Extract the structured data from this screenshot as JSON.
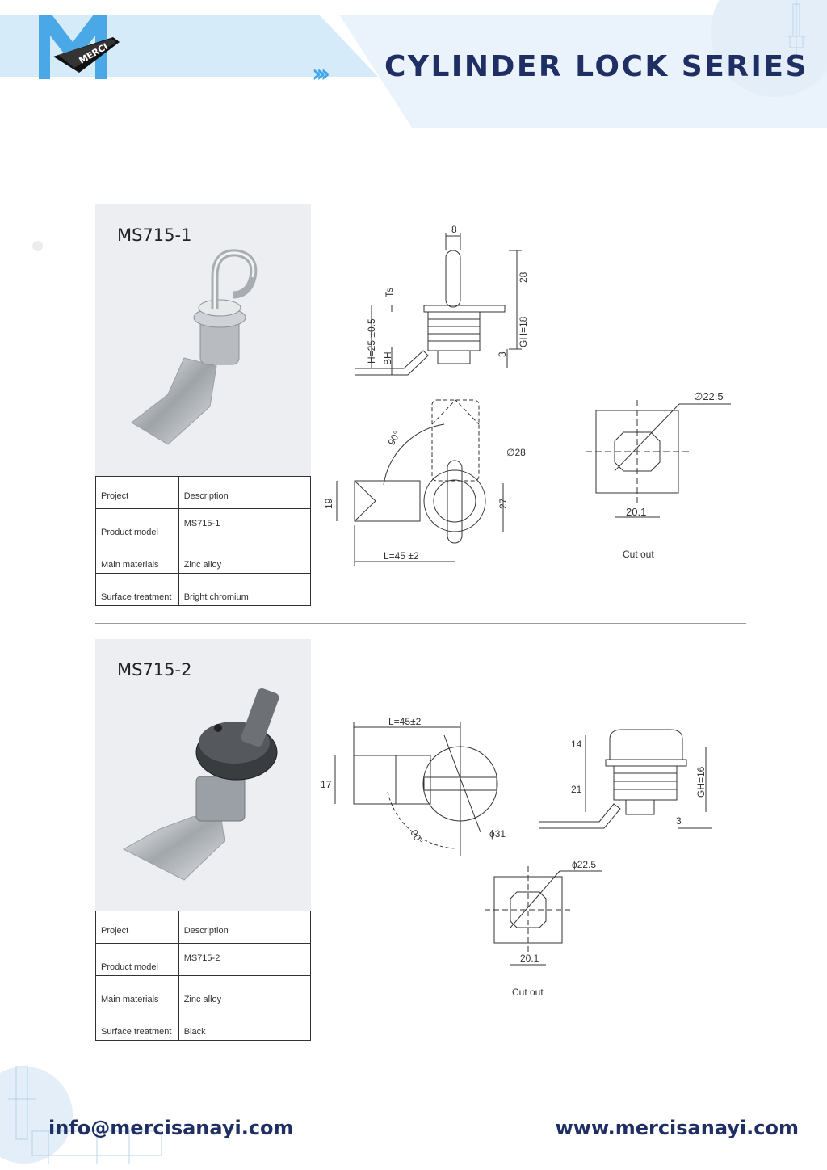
{
  "header": {
    "brand": "MERCI",
    "arrows": "›››",
    "title": "CYLINDER LOCK SERIES"
  },
  "products": [
    {
      "model": "MS715-1",
      "table": {
        "project_label": "Project",
        "description_label": "Description",
        "model_label": "Product model",
        "model_value": "MS715-1",
        "materials_label": "Main materials",
        "materials_value": "Zinc alloy",
        "surface_label": "Surface treatment",
        "surface_value": "Bright chromium"
      },
      "dims": {
        "top_width": "8",
        "ts": "Ts",
        "h": "H=25 ±0.5",
        "bh": "BH",
        "height_28": "28",
        "gh": "GH=18",
        "three": "3",
        "angle": "90°",
        "dia28": "∅28",
        "nineteen": "19",
        "twentyseven": "27",
        "length": "L=45 ±2",
        "cut_dia": "∅22.5",
        "cut_width": "20.1",
        "cut_caption": "Cut out"
      }
    },
    {
      "model": "MS715-2",
      "table": {
        "project_label": "Project",
        "description_label": "Description",
        "model_label": "Product model",
        "model_value": "MS715-2",
        "materials_label": "Main materials",
        "materials_value": "Zinc alloy",
        "surface_label": "Surface treatment",
        "surface_value": "Black"
      },
      "dims": {
        "length": "L=45±2",
        "seventeen": "17",
        "angle": "90°",
        "dia31": "ϕ31",
        "fourteen": "14",
        "twentyone": "21",
        "gh": "GH=16",
        "three": "3",
        "cut_dia": "ϕ22.5",
        "cut_width": "20.1",
        "cut_caption": "Cut out"
      }
    }
  ],
  "footer": {
    "email": "info@mercisanayi.com",
    "website": "www.mercisanayi.com"
  },
  "colors": {
    "navy": "#1f2f63",
    "accent": "#41a6e8",
    "panel": "#eceef1"
  }
}
